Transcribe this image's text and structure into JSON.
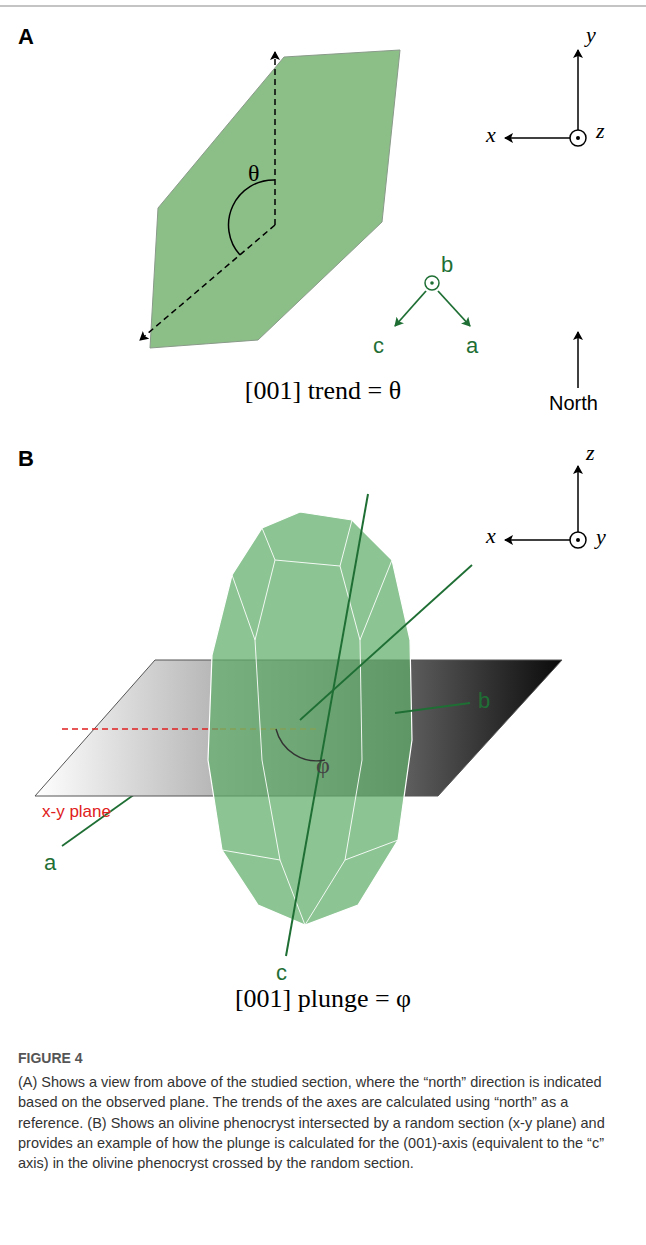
{
  "diagram": {
    "caption": "(A) Shows a view from above of the studied section, where the “north” direction is indicated based on the observed plane. The trends of the axes are calculated using “north” as a reference. (B) Shows an olivine phenocryst intersected by a random section (x-y plane) and provides an example of how the plunge is calculated for the (001)-axis (equivalent to the “c” axis) in the olivine phenocryst crossed by the random section.",
    "labels": [
      "A",
      "θ",
      "y",
      "x",
      "z",
      "b",
      "c",
      "a",
      "[001] trend = θ",
      "North",
      "B",
      "z",
      "x",
      "y",
      "x-y plane",
      "φ",
      "b",
      "a",
      "c",
      "[001] plunge = φ",
      "FIGURE 4"
    ]
  }
}
